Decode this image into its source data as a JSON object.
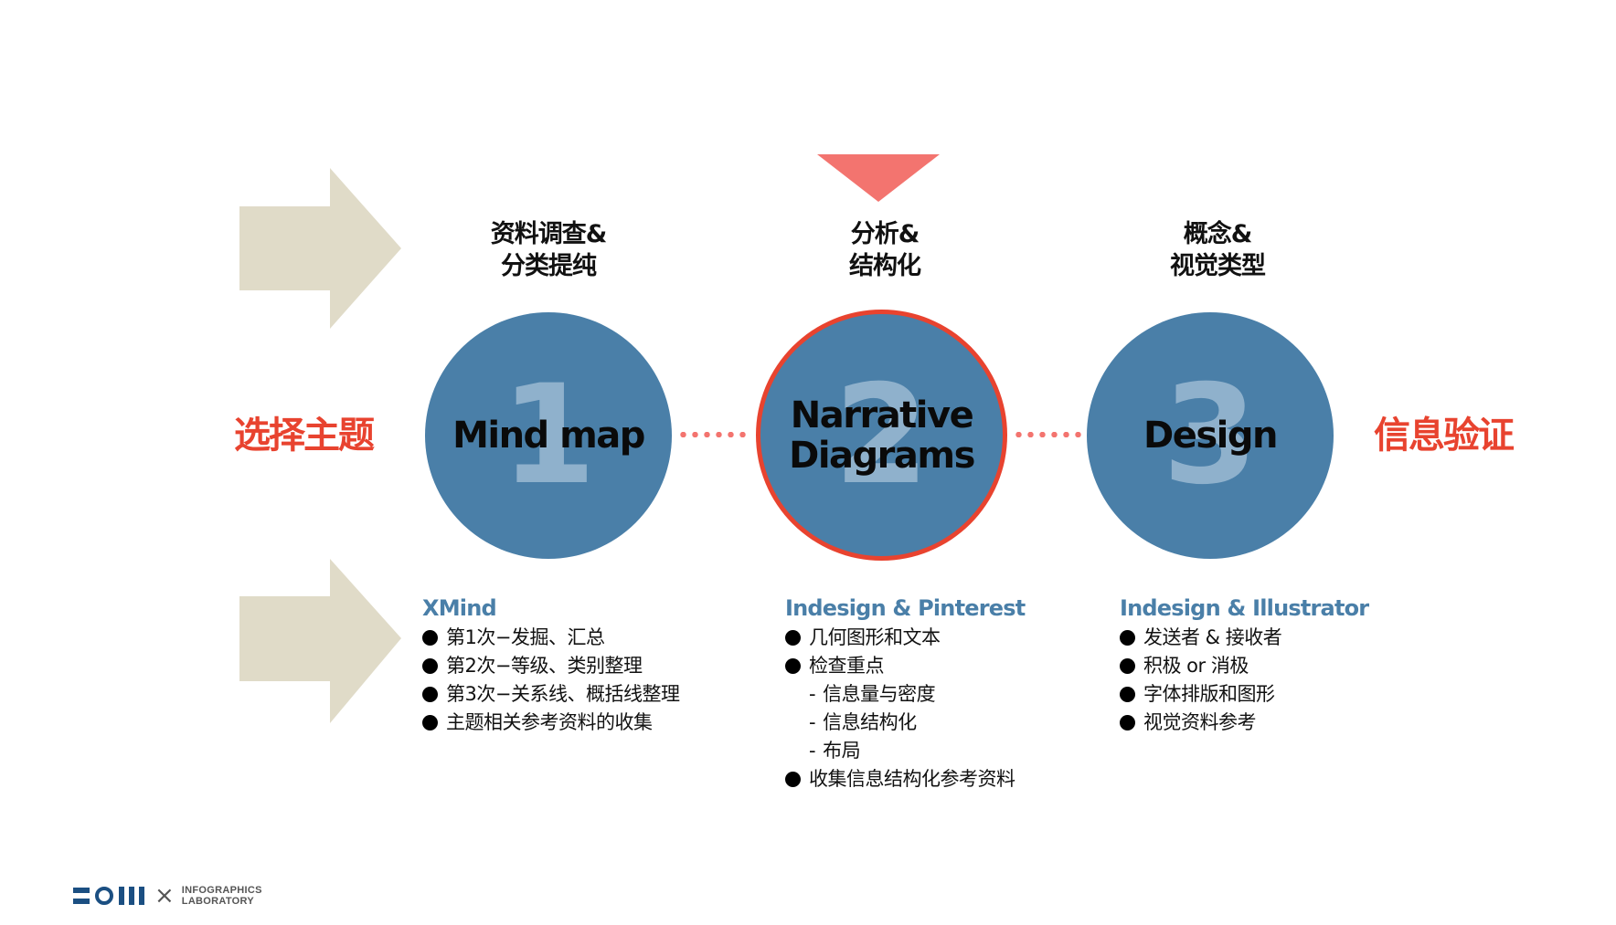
{
  "flow": {
    "start_label": "选择主题",
    "end_label": "信息验证"
  },
  "steps": [
    {
      "number": "1",
      "heading": [
        "资料调查&",
        "分类提纯"
      ],
      "circle_label": [
        "Mind map"
      ],
      "active": false,
      "tool_title": "XMind",
      "items": [
        {
          "type": "bullet",
          "text": "第1次−发掘、汇总"
        },
        {
          "type": "bullet",
          "text": "第2次−等级、类别整理"
        },
        {
          "type": "bullet",
          "text": "第3次−关系线、概括线整理"
        },
        {
          "type": "bullet",
          "text": "主题相关参考资料的收集"
        }
      ]
    },
    {
      "number": "2",
      "heading": [
        "分析&",
        "结构化"
      ],
      "circle_label": [
        "Narrative",
        "Diagrams"
      ],
      "active": true,
      "tool_title": "Indesign & Pinterest",
      "items": [
        {
          "type": "bullet",
          "text": "几何图形和文本"
        },
        {
          "type": "bullet",
          "text": "检查重点"
        },
        {
          "type": "sub",
          "text": "信息量与密度"
        },
        {
          "type": "sub",
          "text": "信息结构化"
        },
        {
          "type": "sub",
          "text": "布局"
        },
        {
          "type": "bullet",
          "text": "收集信息结构化参考资料"
        }
      ]
    },
    {
      "number": "3",
      "heading": [
        "概念&",
        "视觉类型"
      ],
      "circle_label": [
        "Design"
      ],
      "active": false,
      "tool_title": "Indesign & Illustrator",
      "items": [
        {
          "type": "bullet",
          "text": "发送者 & 接收者"
        },
        {
          "type": "bullet",
          "text": "积极 or 消极"
        },
        {
          "type": "bullet",
          "text": "字体排版和图形"
        },
        {
          "type": "bullet",
          "text": "视觉资料参考"
        }
      ]
    }
  ],
  "logo": {
    "separator": "×",
    "line1": "INFOGRAPHICS",
    "line2": "LABORATORY"
  },
  "icons": {
    "arrow_top": "right-arrow-icon",
    "arrow_bottom": "right-arrow-icon",
    "pointer": "down-triangle-icon"
  },
  "colors": {
    "circle_fill": "#4a7fa8",
    "number_fill": "#8fb1cc",
    "accent_red": "#e8432f",
    "pointer_red": "#f3746f",
    "arrow_beige": "#e0dbc8",
    "tool_title_blue": "#4a7fa8",
    "logo_blue": "#1b4f82"
  }
}
